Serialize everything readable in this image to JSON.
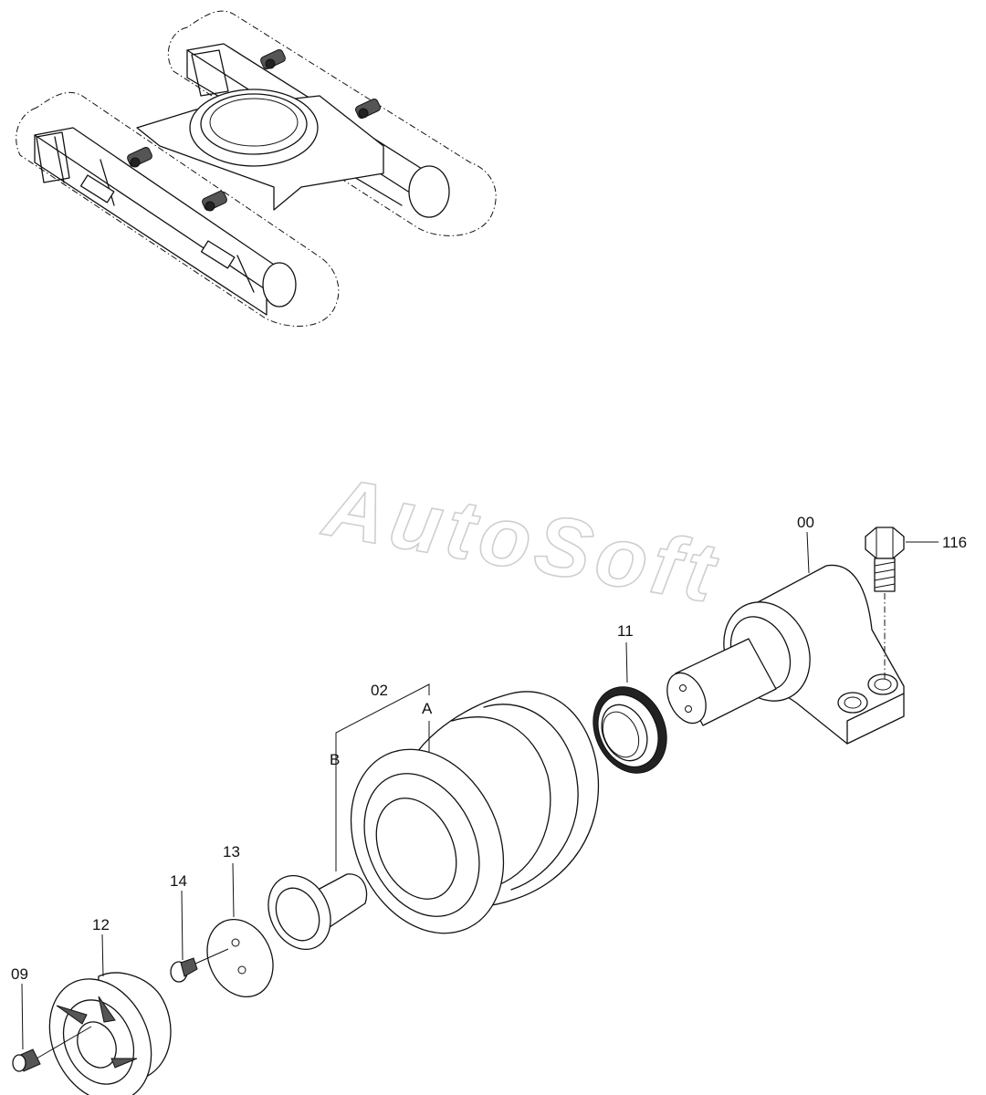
{
  "watermark": {
    "text": "AutoSoft"
  },
  "callouts": {
    "p00": "00",
    "p116": "116",
    "p11": "11",
    "p02": "02",
    "pA": "A",
    "pB": "B",
    "p13": "13",
    "p14": "14",
    "p12": "12",
    "p09": "09"
  },
  "colors": {
    "line": "#111111",
    "watermark": "#cfcfcf",
    "background": "#ffffff"
  }
}
